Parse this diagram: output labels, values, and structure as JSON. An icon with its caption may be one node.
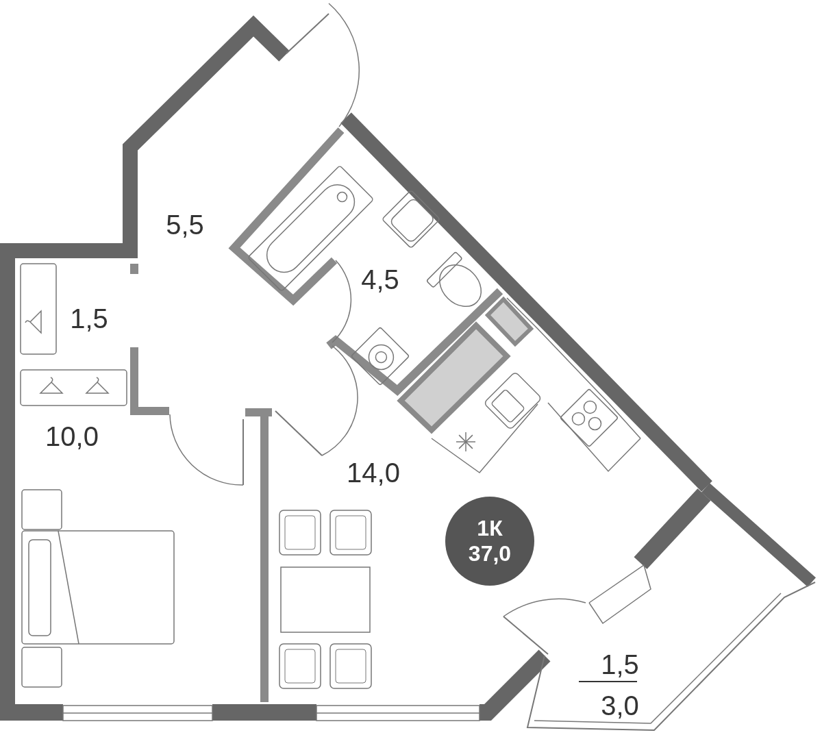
{
  "diagram": {
    "nodes": [
      {
        "text": [
          "1К",
          "37,0"
        ]
      }
    ],
    "labels": [
      "5,5",
      "4,5",
      "1,5",
      "10,0",
      "14,0",
      "1,5",
      "3,0"
    ]
  }
}
